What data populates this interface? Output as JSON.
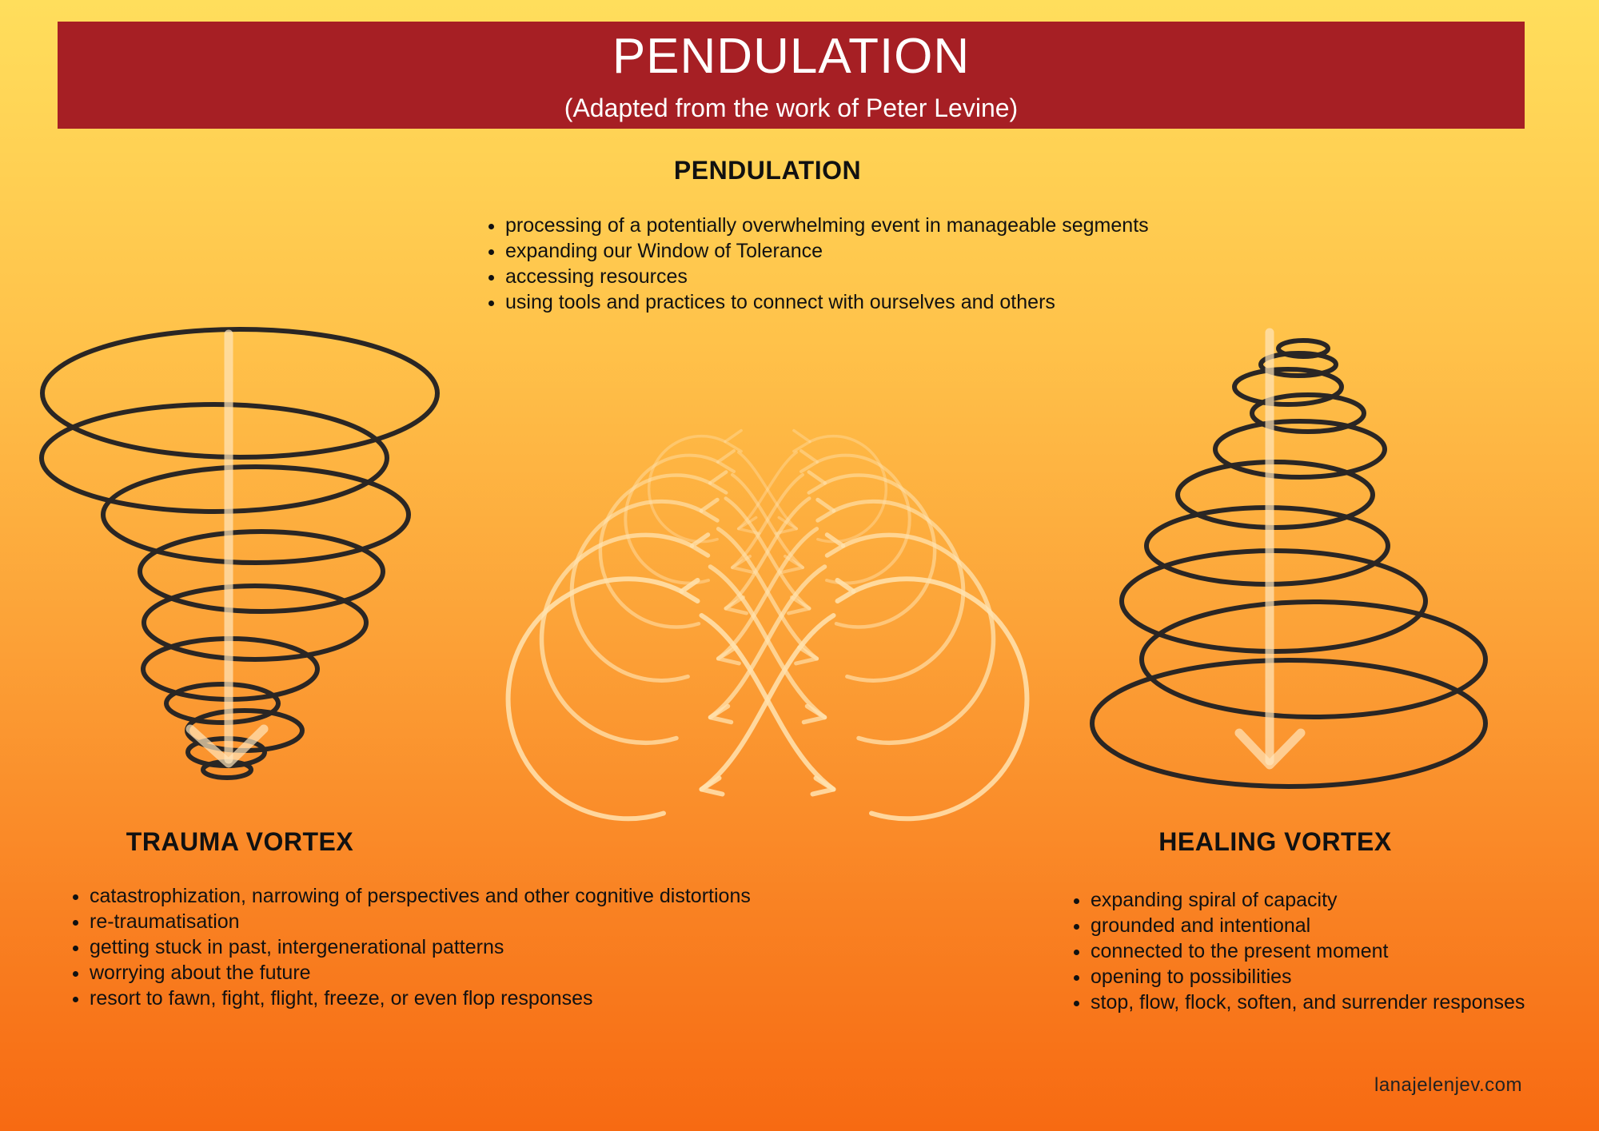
{
  "banner": {
    "title": "PENDULATION",
    "subtitle": "(Adapted from the work of Peter Levine)"
  },
  "center": {
    "heading": "PENDULATION",
    "items": [
      "processing of a potentially overwhelming event in manageable segments",
      "expanding our Window of Tolerance",
      "accessing resources",
      "using tools and practices to connect with ourselves and others"
    ]
  },
  "trauma": {
    "heading": "TRAUMA VORTEX",
    "items": [
      "catastrophization, narrowing of perspectives and other cognitive distortions",
      "re-traumatisation",
      "getting stuck in past, intergenerational patterns",
      "worrying about the future",
      "resort to fawn, fight, flight, freeze, or even flop responses"
    ]
  },
  "healing": {
    "heading": "HEALING VORTEX",
    "items": [
      "expanding spiral of capacity",
      "grounded and intentional",
      "connected to the present moment",
      "opening to possibilities",
      "stop, flow, flock, soften, and surrender responses"
    ]
  },
  "footer": {
    "site": "lanajelenjev.com"
  },
  "colors": {
    "banner": "#a61f24",
    "spiral_stroke": "#2a2624",
    "arrow_stroke": "#ffe3b0"
  }
}
